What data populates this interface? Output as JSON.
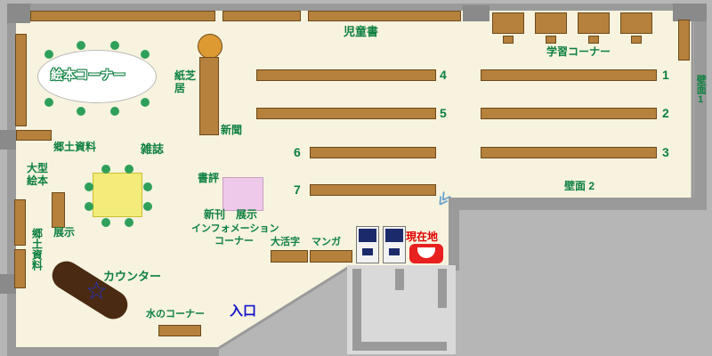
{
  "colors": {
    "bg": "#b6b6b6",
    "wall": "#9a9a9a",
    "wall_dark": "#8a8a8a",
    "floor": "#f7f3de",
    "floor_stroke": "#9a9a9a",
    "shelf": "#b5813c",
    "shelf_border": "#6f4a1a",
    "label_green": "#0e8040",
    "label_blue": "#1414cc",
    "label_red": "#e00000",
    "counter": "#4a2a12",
    "table_yellow": "#f3ec7a",
    "table_yellow_border": "#c9bf32",
    "display_pink": "#efc9e9",
    "round_table_orange": "#dd9a33",
    "chair_green": "#2fa05a",
    "star_blue": "#2233cc",
    "marker_red": "#e82020",
    "machine_navy": "#1b2a6b",
    "back_room": "#d9d9d9"
  },
  "labels": {
    "children_books": "児童書",
    "study_corner": "学習コーナー",
    "wall_1": "壁面1",
    "wall_2": "壁面 2",
    "picture_book_corner": "絵本コーナー",
    "kamishibai": "紙芝居",
    "newspaper": "新聞",
    "local_materials_upper": "郷土資料",
    "magazines": "雑誌",
    "large_picture_books": "大型絵本",
    "display_left": "展示",
    "local_materials_left": "郷土資料",
    "book_review": "書評",
    "new_books": "新刊",
    "display_center": "展示",
    "information_line1": "インフォメーション",
    "information_line2": "コーナー",
    "large_print": "大活字",
    "manga": "マンガ",
    "current_location": "現在地",
    "counter": "カウンター",
    "water_corner": "水のコーナー",
    "entrance": "入口"
  },
  "icons": {
    "star": "☆",
    "door_mark": "≪"
  },
  "stacks": {
    "left_rows": [
      {
        "num": "4"
      },
      {
        "num": "5"
      },
      {
        "num": "6"
      },
      {
        "num": "7"
      }
    ],
    "right_rows": [
      {
        "num": "1"
      },
      {
        "num": "2"
      },
      {
        "num": "3"
      }
    ]
  }
}
